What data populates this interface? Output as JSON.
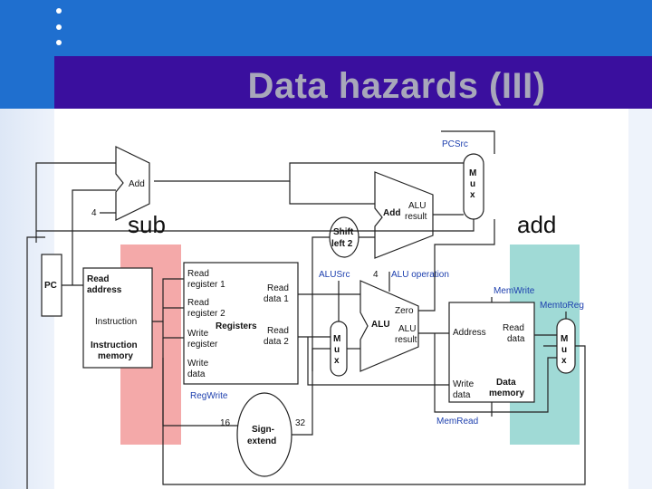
{
  "slide": {
    "title": "Data hazards (III)"
  },
  "overlays": {
    "left_label": "sub",
    "right_label": "add",
    "left_color": "#f29a9a",
    "right_color": "#8fd3cf"
  },
  "diagram": {
    "pc": "PC",
    "add_top": "Add",
    "four": "4",
    "add_alu": "Add",
    "alu_result": "ALU",
    "alu_result2": "result",
    "shift_left": "Shift",
    "shift_left2": "left 2",
    "pcsrc": "PCSrc",
    "mux": "M",
    "mux_u": "u",
    "mux_x": "x",
    "read_address": "Read",
    "read_address2": "address",
    "instruction": "Instruction",
    "instruction_memory": "Instruction",
    "instruction_memory2": "memory",
    "read_register1": "Read",
    "read_register1b": "register 1",
    "read_register2": "Read",
    "read_register2b": "register 2",
    "registers": "Registers",
    "write_register": "Write",
    "write_register2": "register",
    "write_data": "Write",
    "write_data2": "data",
    "read_data1": "Read",
    "read_data1b": "data 1",
    "read_data2": "Read",
    "read_data2b": "data 2",
    "regwrite": "RegWrite",
    "sign_extend": "Sign-",
    "sign_extend2": "extend",
    "bits16": "16",
    "bits32": "32",
    "alusrc": "ALUSrc",
    "alu_operation": "ALU operation",
    "four_bits": "4",
    "zero": "Zero",
    "alu": "ALU",
    "alu_res1": "ALU",
    "alu_res2": "result",
    "address": "Address",
    "read_data_mem": "Read",
    "read_data_mem2": "data",
    "write_data_mem": "Write",
    "write_data_mem2": "data",
    "data_memory": "Data",
    "data_memory2": "memory",
    "memwrite": "MemWrite",
    "memread": "MemRead",
    "memtoreg": "MemtoReg"
  }
}
